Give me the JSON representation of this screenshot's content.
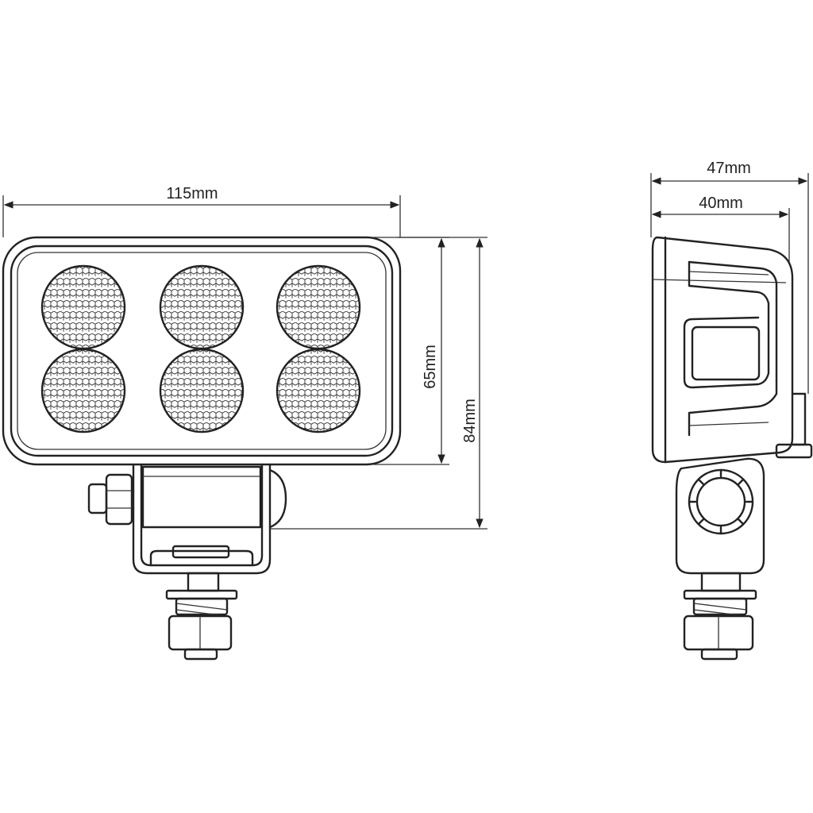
{
  "dimensions": {
    "width_front": "115mm",
    "height_lens": "65mm",
    "height_total": "84mm",
    "depth_total": "47mm",
    "depth_body": "40mm"
  },
  "colors": {
    "line": "#222222",
    "background": "#ffffff"
  }
}
